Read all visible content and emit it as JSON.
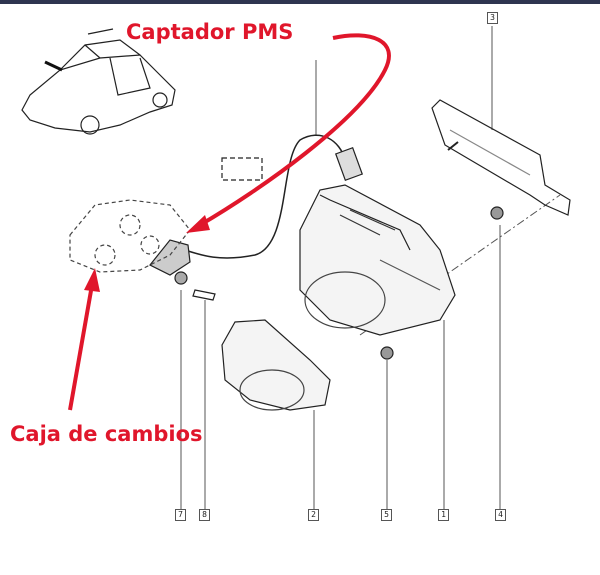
{
  "callouts": {
    "sensor_label": "Captador PMS",
    "gearbox_label": "Caja de cambios",
    "color": "#e0162b"
  },
  "part_refs": [
    "1",
    "2",
    "3",
    "4",
    "5",
    "7",
    "8"
  ],
  "refs": {
    "r1": "1",
    "r2": "2",
    "r3": "3",
    "r4": "4",
    "r5": "5",
    "r7": "7",
    "r8": "8"
  }
}
